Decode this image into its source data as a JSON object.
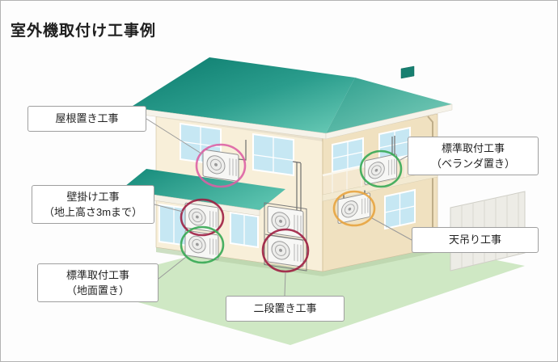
{
  "page": {
    "title": "室外機取付け工事例"
  },
  "legend_colors": {
    "roof_placement": "#dd5fa4",
    "wall_mounted": "#9e1b3f",
    "ground_standard": "#33a852",
    "two_tier": "#9e1b3f",
    "veranda_standard": "#33a852",
    "ceiling_hung": "#e8a33d"
  },
  "callouts": {
    "roof": {
      "line1": "屋根置き工事"
    },
    "wall": {
      "line1": "壁掛け工事",
      "line2": "（地上高さ3mまで）"
    },
    "ground": {
      "line1": "標準取付工事",
      "line2": "（地面置き）"
    },
    "two_tier": {
      "line1": "二段置き工事"
    },
    "veranda": {
      "line1": "標準取付工事",
      "line2": "（ベランダ置き）"
    },
    "ceiling": {
      "line1": "天吊り工事"
    }
  }
}
